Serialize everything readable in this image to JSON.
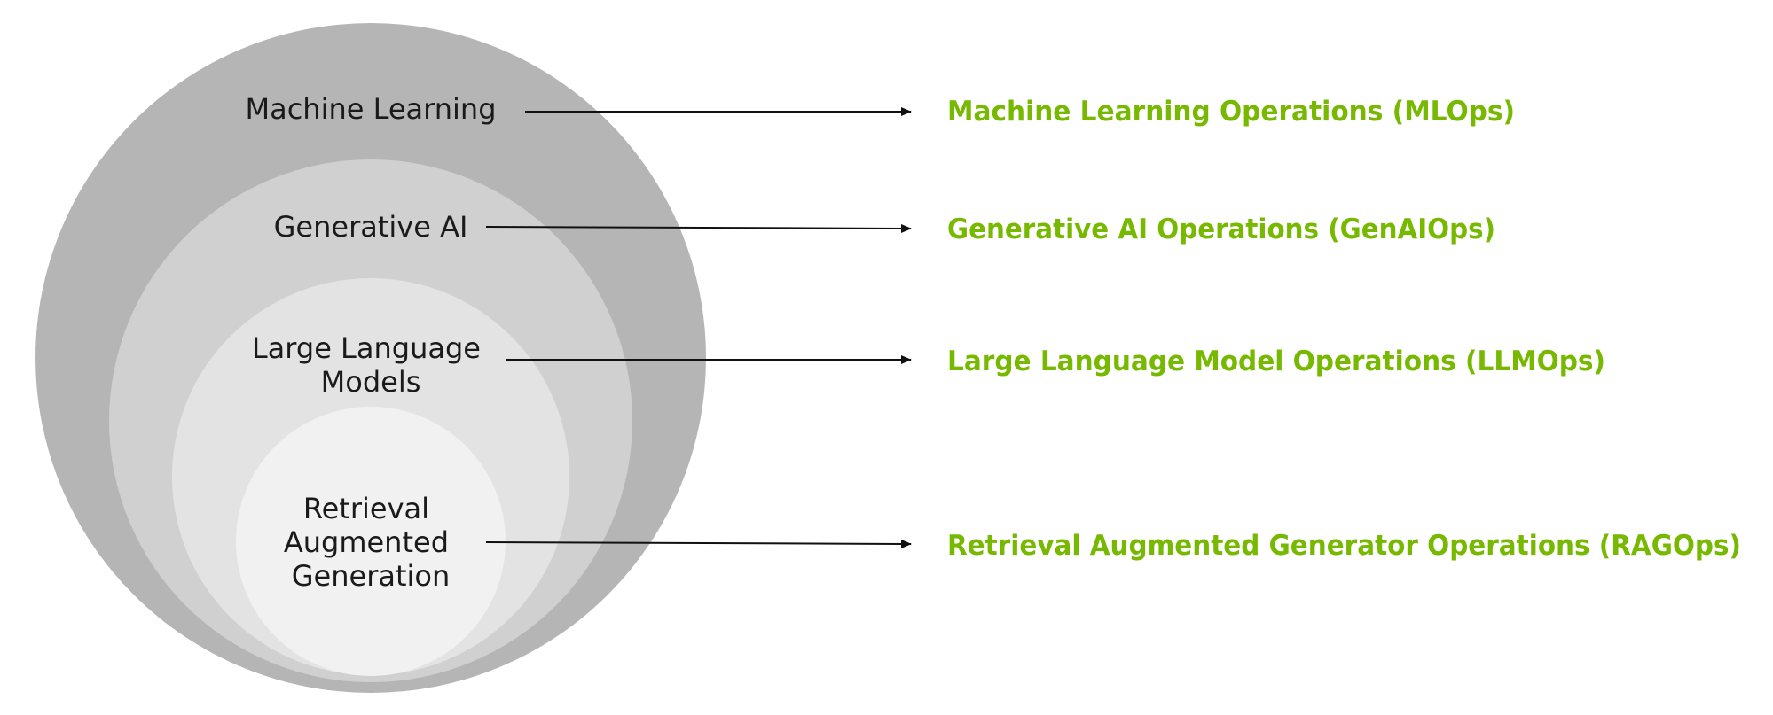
{
  "colors": {
    "circle_outer": "#b5b5b5",
    "circle_second": "#d0d0d0",
    "circle_third": "#e3e3e3",
    "circle_inner": "#f1f1f1",
    "ops_text": "#76b900",
    "arrow": "#111111",
    "label_text": "#1a1a1a"
  },
  "layers": [
    {
      "id": "machine-learning",
      "label_lines": [
        "Machine Learning"
      ],
      "operation": "Machine Learning Operations (MLOps)"
    },
    {
      "id": "generative-ai",
      "label_lines": [
        "Generative AI"
      ],
      "operation": "Generative AI Operations (GenAIOps)"
    },
    {
      "id": "large-language-models",
      "label_lines": [
        "Large Language",
        "Models"
      ],
      "operation": "Large Language Model Operations (LLMOps)"
    },
    {
      "id": "retrieval-augmented-generation",
      "label_lines": [
        "Retrieval",
        "Augmented",
        "Generation"
      ],
      "operation": "Retrieval Augmented Generator Operations (RAGOps)"
    }
  ]
}
